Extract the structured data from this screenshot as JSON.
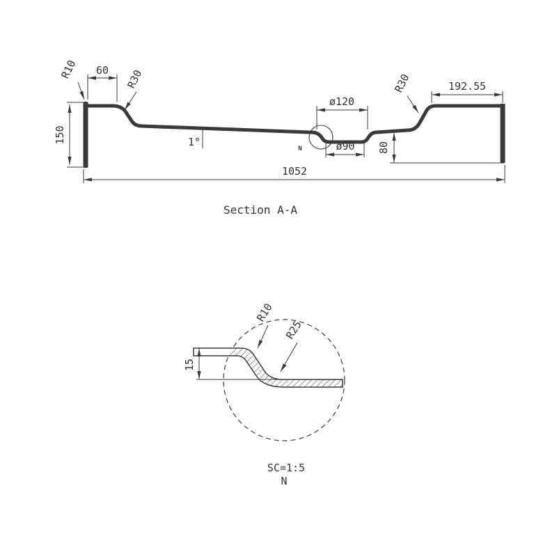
{
  "page": {
    "background": "#ffffff",
    "ink": "#3a3a3a"
  },
  "section_view": {
    "title": "Section A-A",
    "dims": {
      "r10": "R10",
      "len60": "60",
      "r30_left": "R30",
      "height150": "150",
      "angle": "1°",
      "dia_top": "ø120",
      "dia_bottom": "ø90",
      "r30_right": "R30",
      "len_right": "192.55",
      "height80": "80",
      "total_len": "1052",
      "detail_ref": "N"
    }
  },
  "detail_view": {
    "scale_label": "SC=1:5",
    "detail_name": "N",
    "dims": {
      "r10": "R10",
      "r25": "R25",
      "height15": "15"
    }
  }
}
